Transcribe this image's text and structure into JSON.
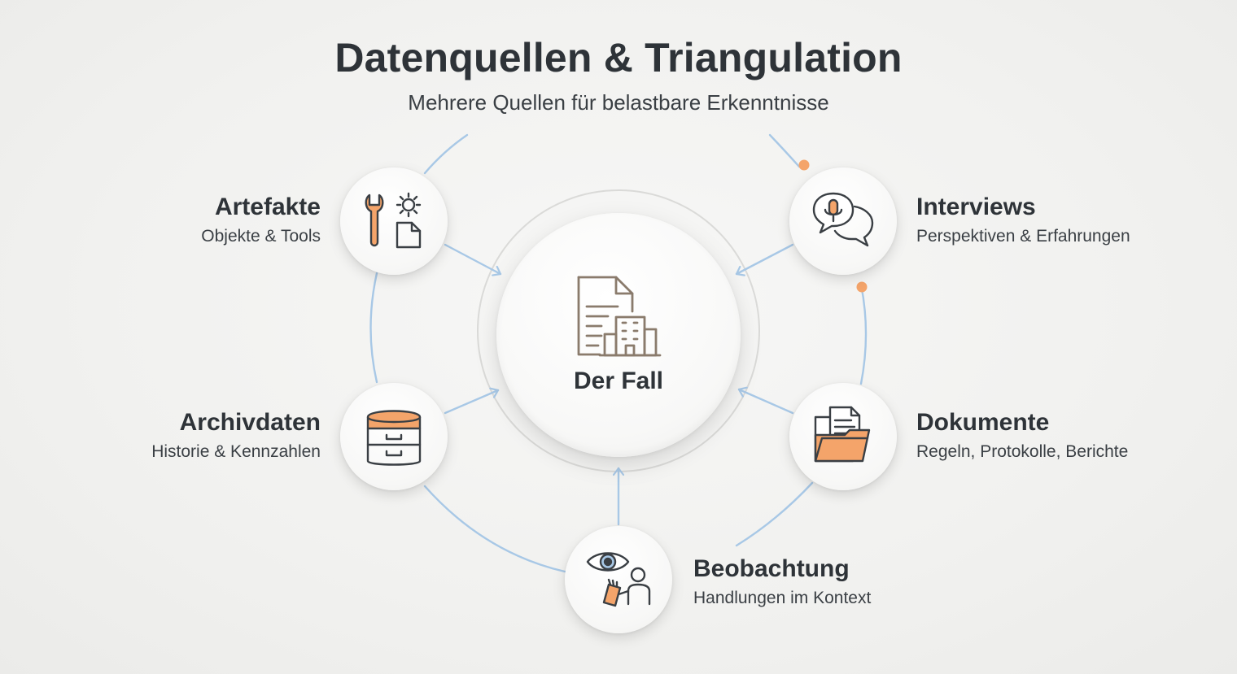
{
  "title": "Datenquellen & Triangulation",
  "subtitle": "Mehrere Quellen für belastbare Erkenntnisse",
  "center": {
    "label": "Der Fall",
    "icon": "document-building-icon"
  },
  "colors": {
    "accent": "#f4a46a",
    "connector": "#a8c8e6",
    "icon_stroke": "#3a3f44",
    "hub_icon": "#8a7b6c"
  },
  "sources": [
    {
      "title": "Artefakte",
      "subtitle": "Objekte & Tools",
      "icon": "tools-icon"
    },
    {
      "title": "Interviews",
      "subtitle": "Perspektiven & Erfahrungen",
      "icon": "interview-icon"
    },
    {
      "title": "Archivdaten",
      "subtitle": "Historie & Kennzahlen",
      "icon": "archive-icon"
    },
    {
      "title": "Dokumente",
      "subtitle": "Regeln, Protokolle, Berichte",
      "icon": "folder-icon"
    },
    {
      "title": "Beobachtung",
      "subtitle": "Handlungen im Kontext",
      "icon": "observation-icon"
    }
  ]
}
